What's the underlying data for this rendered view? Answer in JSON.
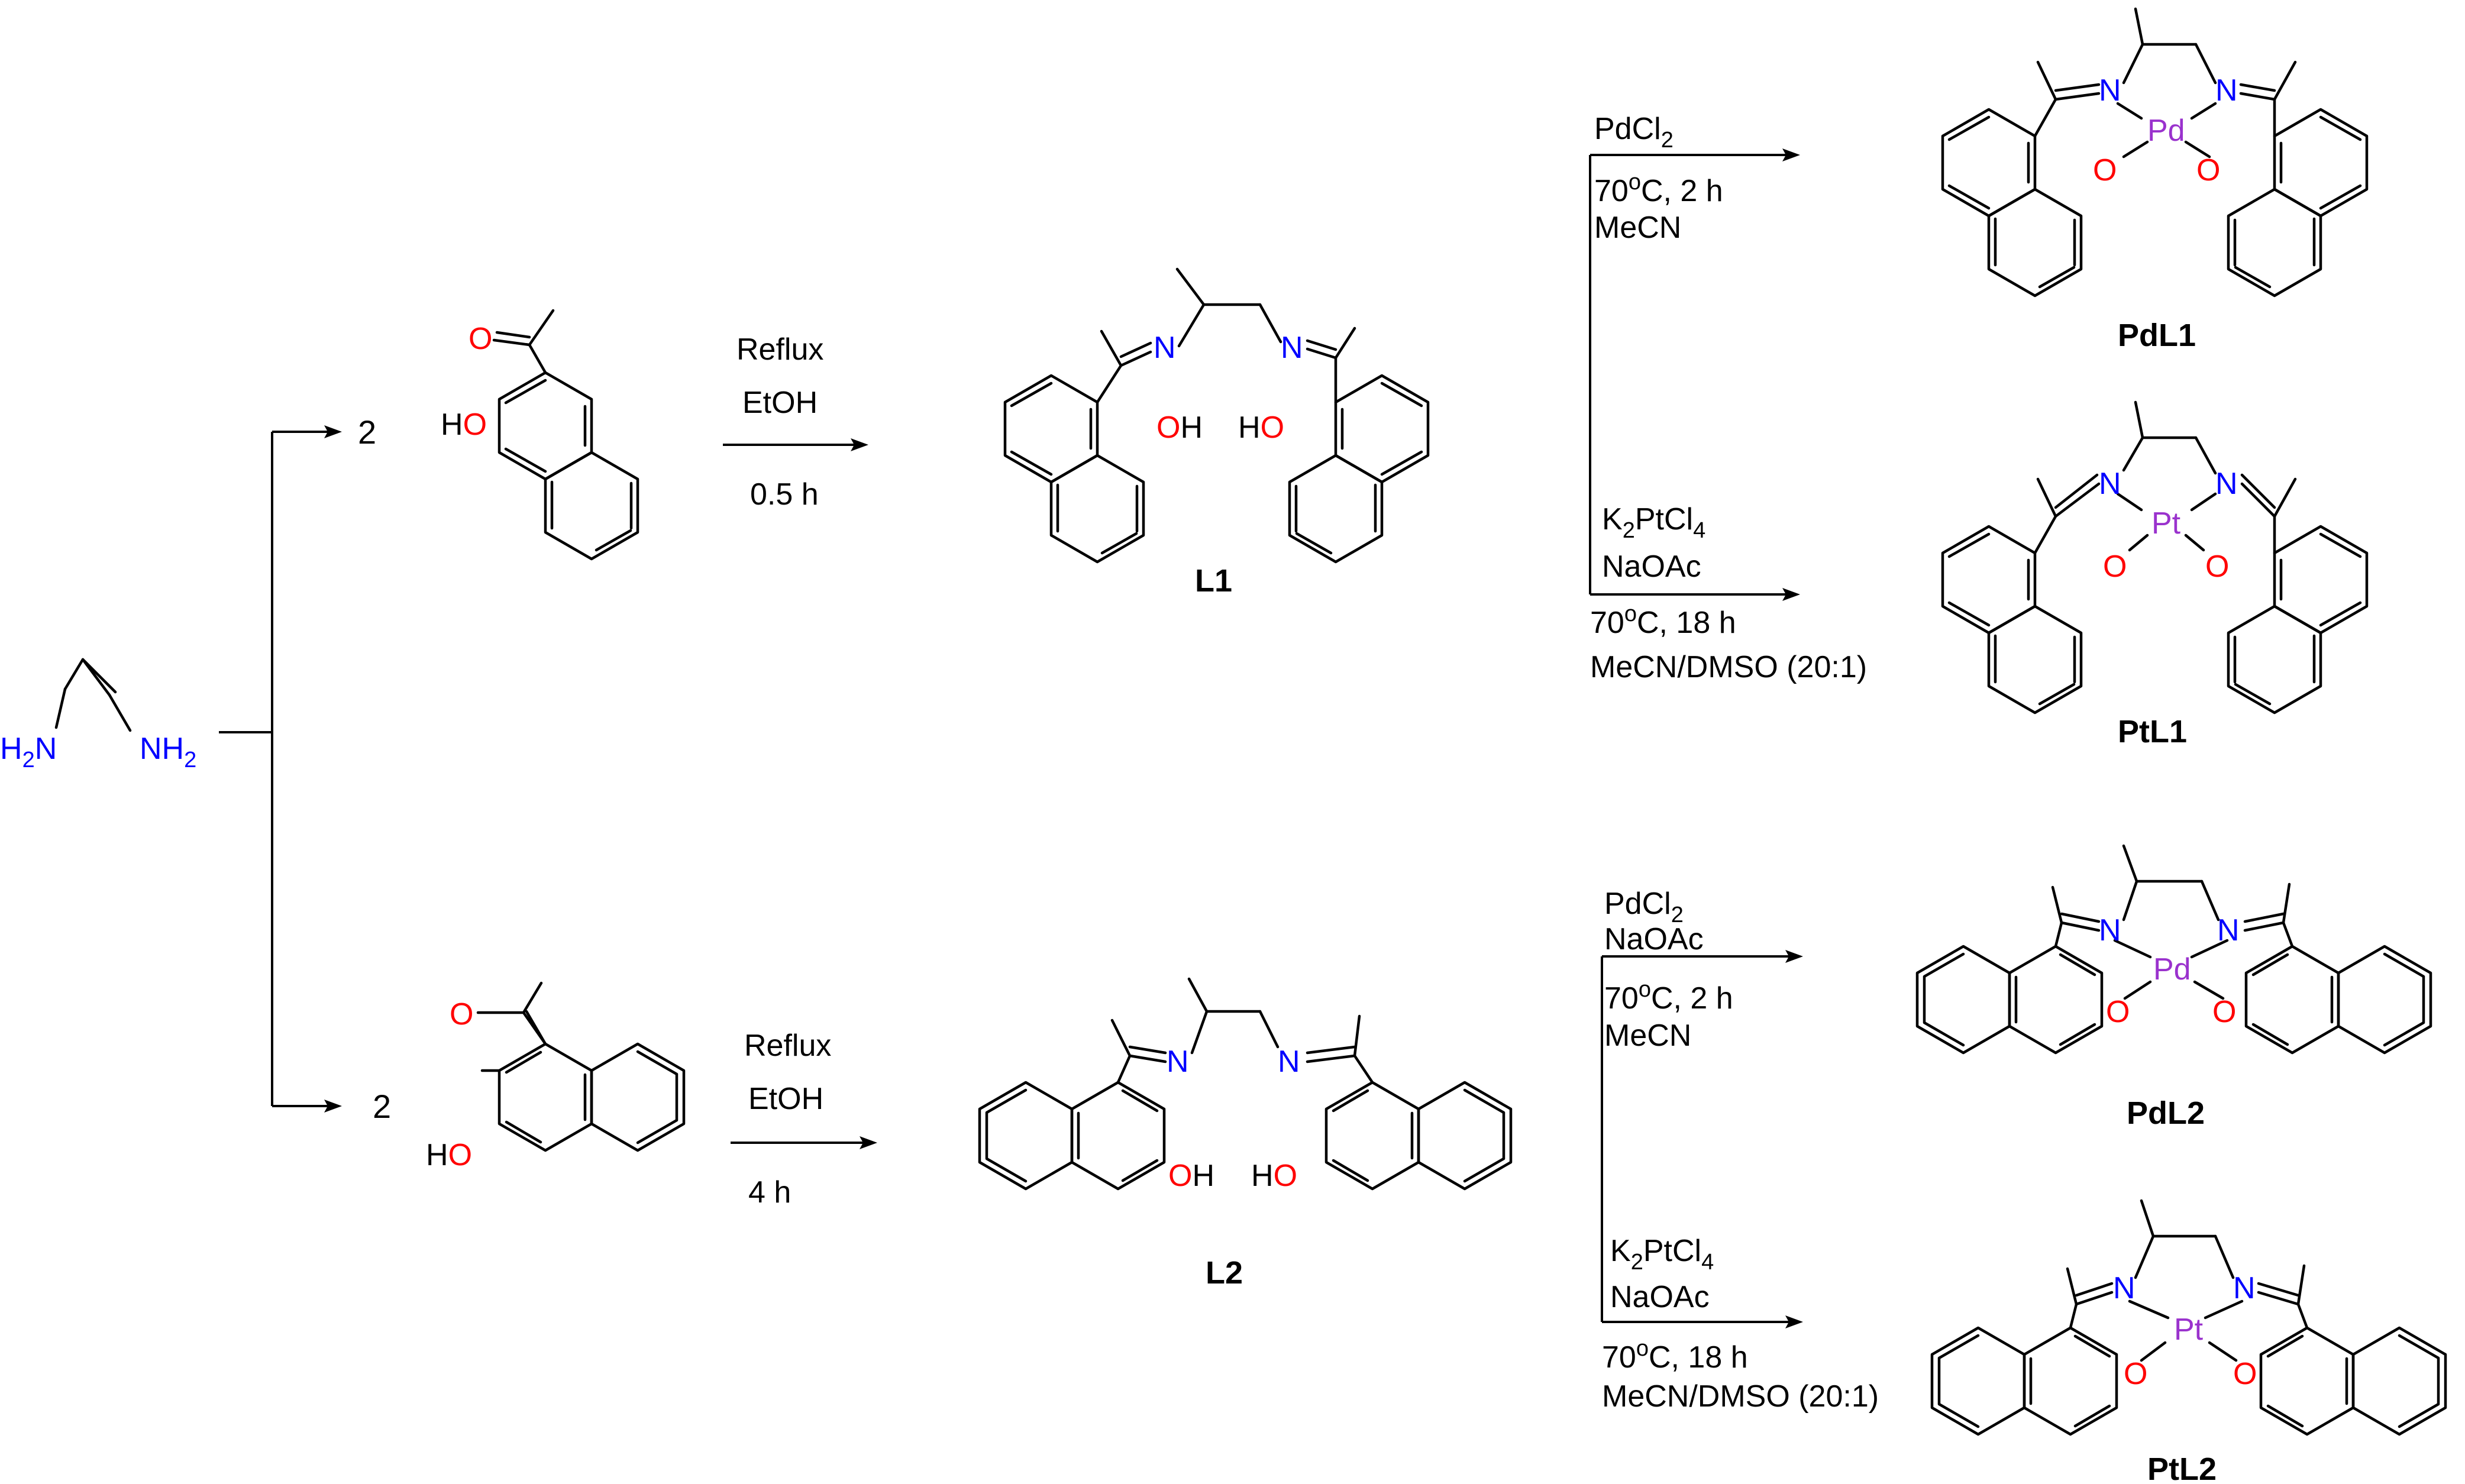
{
  "colors": {
    "nitrogen": "#0000ff",
    "oxygen": "#ff0000",
    "metal": "#9a32cd",
    "bond": "#000000"
  },
  "diamine": {
    "left_amine_prefix": "H",
    "left_amine_sub": "2",
    "left_amine_suffix": "N",
    "right_amine_prefix": "NH",
    "right_amine_sub": "2"
  },
  "atoms": {
    "N": "N",
    "O": "O",
    "H": "H",
    "HO": "HO",
    "OH_O": "O",
    "OH_H": "H",
    "Pd": "Pd",
    "Pt": "Pt"
  },
  "top_route": {
    "coefficient": "2",
    "reaction": {
      "line1": "Reflux",
      "line2": "EtOH",
      "line3": "0.5 h"
    },
    "ligand_name": "L1",
    "to_pd": {
      "reagent_prefix": "PdCl",
      "reagent_sub": "2",
      "temp_prefix": "70",
      "temp_sup": "o",
      "temp_suffix": "C, 2 h",
      "solvent": "MeCN"
    },
    "pd_complex_name": "PdL1",
    "to_pt": {
      "reagent_prefix": "K",
      "reagent_sub1": "2",
      "reagent_mid": "PtCl",
      "reagent_sub2": "4",
      "base": "NaOAc",
      "temp_prefix": "70",
      "temp_sup": "o",
      "temp_suffix": "C, 18 h",
      "solvent": "MeCN/DMSO (20:1)"
    },
    "pt_complex_name": "PtL1"
  },
  "bottom_route": {
    "coefficient": "2",
    "reaction": {
      "line1": "Reflux",
      "line2": "EtOH",
      "line3": "4 h"
    },
    "ligand_name": "L2",
    "to_pd": {
      "reagent_prefix": "PdCl",
      "reagent_sub": "2",
      "base": "NaOAc",
      "temp_prefix": "70",
      "temp_sup": "o",
      "temp_suffix": "C, 2 h",
      "solvent": "MeCN"
    },
    "pd_complex_name": "PdL2",
    "to_pt": {
      "reagent_prefix": "K",
      "reagent_sub1": "2",
      "reagent_mid": "PtCl",
      "reagent_sub2": "4",
      "base": "NaOAc",
      "temp_prefix": "70",
      "temp_sup": "o",
      "temp_suffix": "C, 18 h",
      "solvent": "MeCN/DMSO (20:1)"
    },
    "pt_complex_name": "PtL2"
  }
}
